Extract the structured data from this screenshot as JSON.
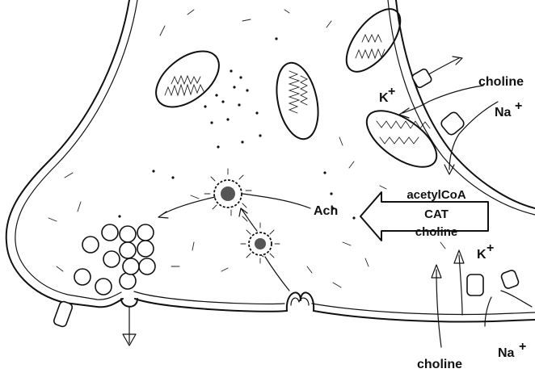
{
  "labels": {
    "k_top": "K",
    "k_top_sup": "+",
    "choline_top": "choline",
    "na_top": "Na",
    "na_top_sup": "+",
    "ach": "Ach",
    "k_bottom": "K",
    "k_bottom_sup": "+",
    "na_bottom": "Na",
    "na_bottom_sup": "+",
    "choline_bottom": "choline"
  },
  "synthesis_box": {
    "line1": "acetylCoA",
    "line2": "CAT",
    "line3": "choline"
  }
}
